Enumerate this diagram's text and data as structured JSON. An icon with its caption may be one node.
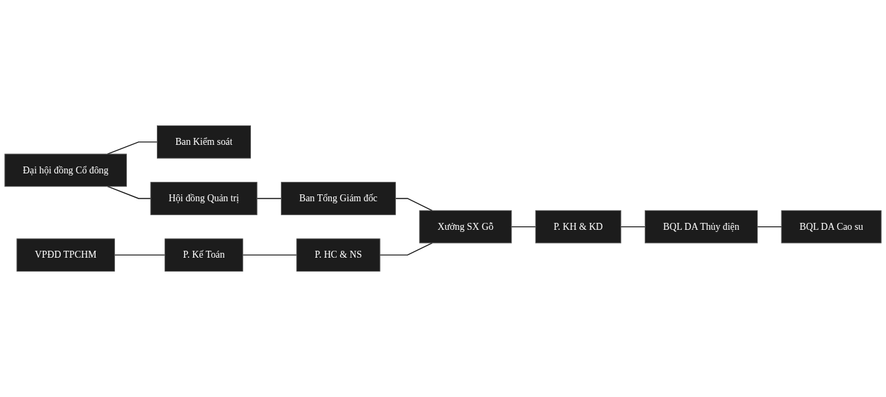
{
  "diagram": {
    "nodes": [
      {
        "text": [
          "Đại hội đồng Cổ đông"
        ]
      },
      {
        "text": [
          "Ban Kiểm soát"
        ]
      },
      {
        "text": [
          "Hội đồng Quản trị"
        ]
      },
      {
        "text": [
          "Ban Tổng Giám đốc"
        ]
      },
      {
        "text": [
          "VPĐD TPCHM"
        ]
      },
      {
        "text": [
          "P. Kế Toán"
        ]
      },
      {
        "text": [
          "P. HC & NS"
        ]
      },
      {
        "text": [
          "Xưởng SX Gỗ"
        ]
      },
      {
        "text": [
          "P. KH & KD"
        ]
      },
      {
        "text": [
          "BQL DA Thủy điện"
        ]
      },
      {
        "text": [
          "BQL DA Cao su"
        ]
      }
    ],
    "edges": [
      {
        "from": 0,
        "to": 1,
        "arrow": "none"
      },
      {
        "from": 0,
        "to": 2,
        "arrow": "none"
      },
      {
        "from": 2,
        "to": 3,
        "arrow": "none"
      },
      {
        "from": 3,
        "to": 7,
        "arrow": "none"
      },
      {
        "from": 4,
        "to": 5,
        "arrow": "none"
      },
      {
        "from": 5,
        "to": 6,
        "arrow": "none"
      },
      {
        "from": 6,
        "to": 7,
        "arrow": "none"
      },
      {
        "from": 7,
        "to": 8,
        "arrow": "none"
      },
      {
        "from": 8,
        "to": 9,
        "arrow": "none"
      },
      {
        "from": 9,
        "to": 10,
        "arrow": "none"
      }
    ]
  }
}
